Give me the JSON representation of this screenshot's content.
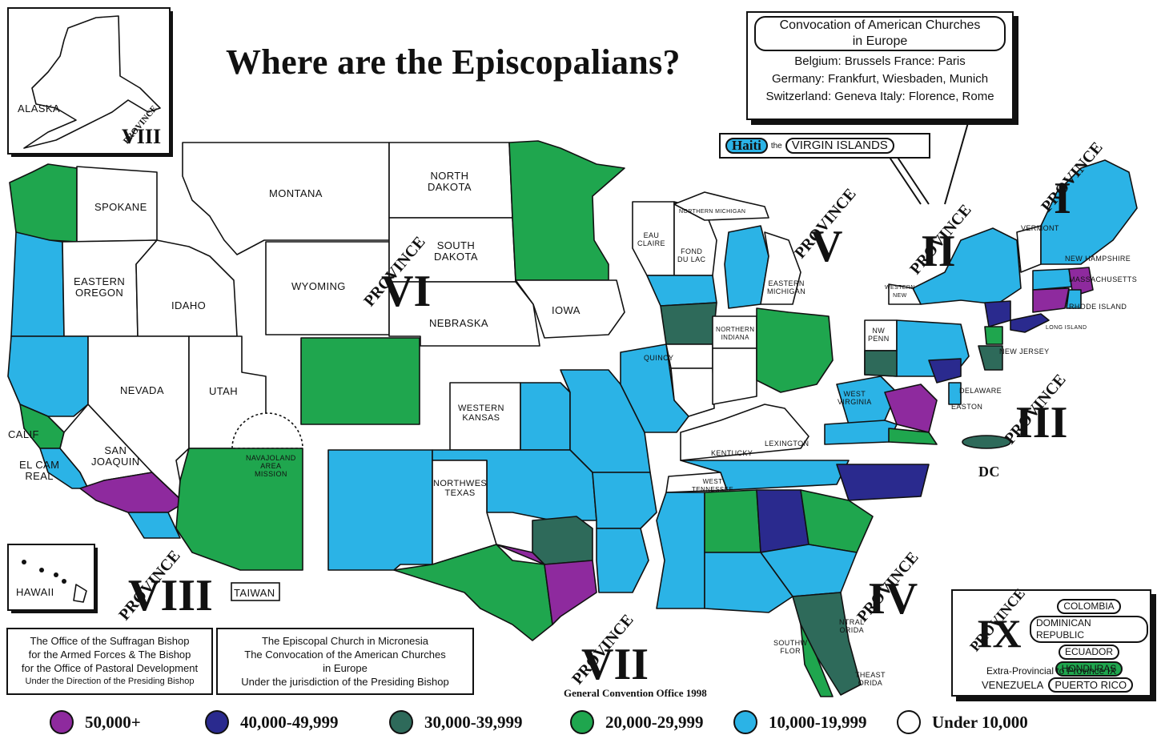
{
  "title": "Where are the Episcopalians?",
  "colors": {
    "c50": "#8e2a9e",
    "c40": "#2a2a8e",
    "c30": "#2e6a5a",
    "c20": "#1fa64e",
    "c10": "#2bb3e6",
    "under": "#ffffff"
  },
  "legend": [
    {
      "label": "50,000+",
      "color": "#8e2a9e"
    },
    {
      "label": "40,000-49,999",
      "color": "#2a2a8e"
    },
    {
      "label": "30,000-39,999",
      "color": "#2e6a5a"
    },
    {
      "label": "20,000-29,999",
      "color": "#1fa64e"
    },
    {
      "label": "10,000-19,999",
      "color": "#2bb3e6"
    },
    {
      "label": "Under 10,000",
      "color": "#ffffff"
    }
  ],
  "provinces": {
    "word": "PROVINCE",
    "i": "I",
    "ii": "II",
    "iii": "III",
    "iv": "IV",
    "v": "V",
    "vi": "VI",
    "vii": "VII",
    "viii": "VIII",
    "ix": "IX"
  },
  "labels": {
    "alaska": "ALASKA",
    "hawaii": "HAWAII",
    "taiwan": "TAIWAN",
    "spokane": "SPOKANE",
    "eastern_oregon": "EASTERN\nOREGON",
    "idaho": "IDAHO",
    "montana": "MONTANA",
    "wyoming": "WYOMING",
    "north_dakota": "NORTH\nDAKOTA",
    "south_dakota": "SOUTH\nDAKOTA",
    "nebraska": "NEBRASKA",
    "iowa": "IOWA",
    "nevada": "NEVADA",
    "utah": "UTAH",
    "navajoland": "NAVAJOLAND\nAREA\nMISSION",
    "san_joaquin": "SAN\nJOAQUIN",
    "calif": "CALIF",
    "el_camino": "EL CAM\nREAL",
    "western_kansas": "WESTERN\nKANSAS",
    "northwest_texas": "NORTHWES\nTEXAS",
    "eau_claire": "EAU\nCLAIRE",
    "fond_du_lac": "FOND\nDU LAC",
    "northern_michigan": "NORTHERN MICHIGAN",
    "eastern_michigan": "EASTERN\nMICHIGAN",
    "northern_indiana": "NORTHERN\nINDIANA",
    "quincy": "QUINCY",
    "kentucky": "KENTUCKY",
    "lexington": "LEXINGTON",
    "west_tennessee": "WEST\nTENNESSEE",
    "west_virginia": "WEST\nVIRGINIA",
    "easton": "EASTON",
    "delaware": "DELAWARE",
    "dc": "DC",
    "vermont": "VERMONT",
    "new_hampshire": "NEW HAMPSHIRE",
    "massachusetts": "MASSACHUSETTS",
    "rhode_island": "RHODE ISLAND",
    "new_jersey": "NEW JERSEY",
    "long_island": "LONG ISLAND",
    "nw_penn": "NW\nPENN",
    "western_ny": "WESTERN\nNEW",
    "southwest_florida": "SOUTHW\nFLOR",
    "central_florida": "NTRAL\nORIDA",
    "southeast_florida": "THEAST\nORIDA"
  },
  "europe_box": {
    "title_l1": "Convocation of American Churches",
    "title_l2": "in Europe",
    "row1": "Belgium: Brussels    France: Paris",
    "row2": "Germany: Frankfurt, Wiesbaden, Munich",
    "row3": "Switzerland: Geneva   Italy: Florence, Rome"
  },
  "haiti_vi": {
    "haiti": "Haiti",
    "the": "the",
    "vi": "VIRGIN ISLANDS"
  },
  "suffragan_box": {
    "l1": "The Office of the Suffragan Bishop",
    "l2": "for the Armed Forces & The Bishop",
    "l3": "for the Office of Pastoral Development",
    "l4": "Under the Direction of the Presiding Bishop"
  },
  "micronesia_box": {
    "l1": "The Episcopal Church in Micronesia",
    "l2": "The Convocation of the American Churches",
    "l3": "in Europe",
    "l4": "Under the jurisdiction of the Presiding Bishop"
  },
  "province_ix_box": {
    "items": [
      "COLOMBIA",
      "DOMINICAN REPUBLIC",
      "ECUADOR",
      "HONDURAS"
    ],
    "extra": "Extra-Provincial to Province IX",
    "venezuela": "VENEZUELA",
    "puerto_rico": "PUERTO RICO"
  },
  "credit": "General Convention Office 1998"
}
